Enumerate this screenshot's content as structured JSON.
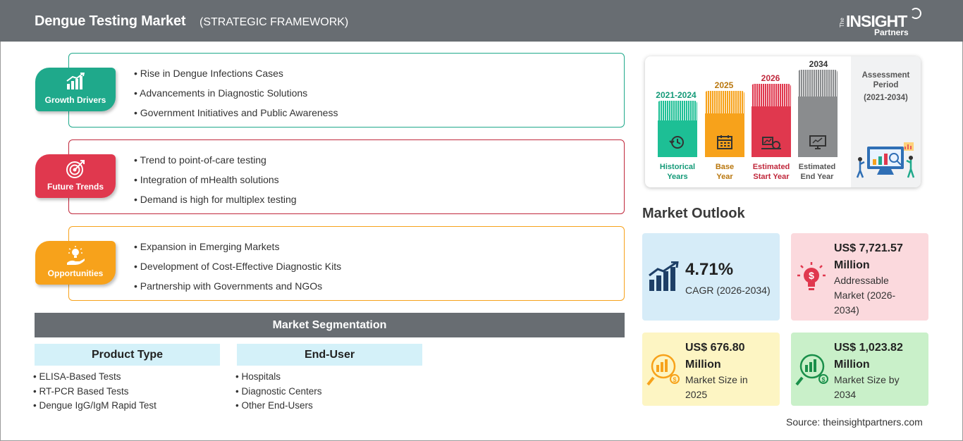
{
  "header": {
    "title": "Dengue Testing Market",
    "subtitle": "(STRATEGIC FRAMEWORK)",
    "logo_the": "The",
    "logo_main": "INSIGHT",
    "logo_sub": "Partners"
  },
  "growth_drivers": {
    "label": "Growth Drivers",
    "color": "#1fa98b",
    "items": [
      "Rise in Dengue Infections Cases",
      "Advancements in Diagnostic Solutions",
      "Government Initiatives and Public Awareness"
    ]
  },
  "future_trends": {
    "label": "Future Trends",
    "color": "#e0384e",
    "items": [
      "Trend to point-of-care testing",
      "Integration of mHealth solutions",
      "Demand is high for multiplex testing"
    ]
  },
  "opportunities": {
    "label": "Opportunities",
    "color": "#f7a21b",
    "items": [
      "Expansion in Emerging Markets",
      "Development of Cost-Effective Diagnostic Kits",
      "Partnership with Governments and NGOs"
    ]
  },
  "segmentation": {
    "title": "Market Segmentation",
    "product_type": {
      "label": "Product Type",
      "items": [
        "ELISA-Based Tests",
        "RT-PCR Based Tests",
        "Dengue IgG/IgM Rapid Test"
      ]
    },
    "end_user": {
      "label": "End-User",
      "items": [
        "Hospitals",
        "Diagnostic Centers",
        "Other End-Users"
      ]
    }
  },
  "timeline": {
    "columns": [
      {
        "year": "2021-2024",
        "caption_1": "Historical",
        "caption_2": "Years",
        "color": "#1dbf95",
        "year_color": "#149a78",
        "caption_color": "#149a78",
        "icon": "history-icon"
      },
      {
        "year": "2025",
        "caption_1": "Base",
        "caption_2": "Year",
        "color": "#f7a21b",
        "year_color": "#b9770e",
        "caption_color": "#b9770e",
        "icon": "calendar-icon"
      },
      {
        "year": "2026",
        "caption_1": "Estimated",
        "caption_2": "Start Year",
        "color": "#e0384e",
        "year_color": "#c0283c",
        "caption_color": "#c0283c",
        "icon": "start-chart-icon"
      },
      {
        "year": "2034",
        "caption_1": "Estimated",
        "caption_2": "End Year",
        "color": "#8a8c8e",
        "year_color": "#333333",
        "caption_color": "#555555",
        "icon": "monitor-icon"
      }
    ],
    "assessment_title_1": "Assessment",
    "assessment_title_2": "Period",
    "assessment_period": "(2021-2034)"
  },
  "market_outlook": {
    "title": "Market Outlook",
    "cagr": {
      "value": "4.71%",
      "label": "CAGR (2026-2034)",
      "color": "#d6ecf8"
    },
    "addressable": {
      "value_1": "US$ 7,721.57",
      "value_2": "Million",
      "label_1": "Addressable",
      "label_2": "Market (2026-",
      "label_3": "2034)",
      "color": "#fbd9dd"
    },
    "size_2025": {
      "value_1": "US$ 676.80",
      "value_2": "Million",
      "label_1": "Market Size in",
      "label_2": "2025",
      "color": "#fdf5c3"
    },
    "size_2034": {
      "value_1": "US$ 1,023.82",
      "value_2": "Million",
      "label_1": "Market Size by",
      "label_2": "2034",
      "color": "#c9f0c9"
    }
  },
  "source": "Source: theinsightpartners.com"
}
